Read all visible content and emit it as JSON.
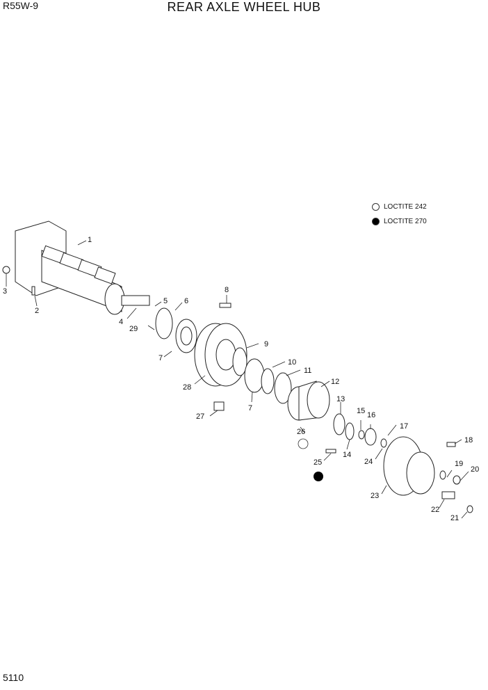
{
  "header": {
    "model": "R55W-9",
    "title": "REAR AXLE WHEEL HUB"
  },
  "footer": {
    "page_number": "5110"
  },
  "legend": [
    {
      "label": "LOCTITE 242",
      "fill": "#ffffff"
    },
    {
      "label": "LOCTITE 270",
      "fill": "#000000"
    }
  ],
  "callouts": [
    "1",
    "2",
    "3",
    "4",
    "5",
    "6",
    "7",
    "8",
    "9",
    "10",
    "11",
    "12",
    "13",
    "14",
    "15",
    "16",
    "17",
    "18",
    "19",
    "20",
    "21",
    "22",
    "23",
    "24",
    "25",
    "26",
    "7",
    "27",
    "28",
    "29"
  ]
}
